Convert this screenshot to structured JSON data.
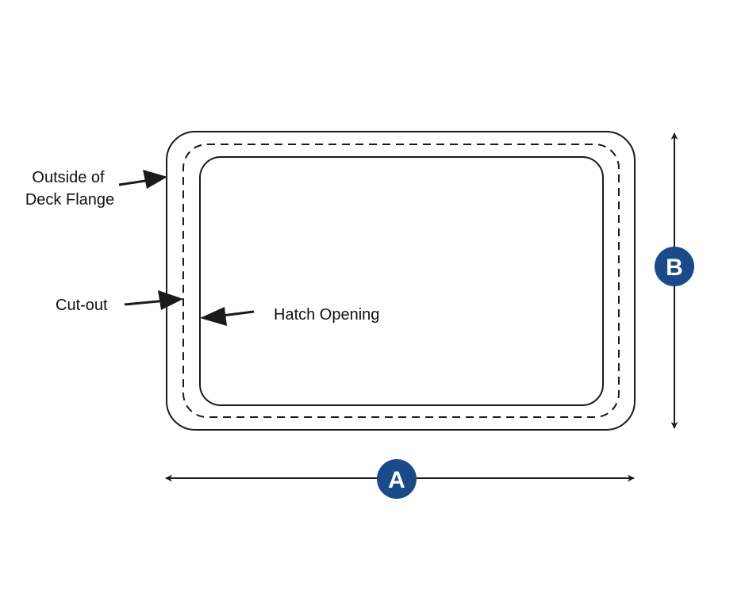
{
  "diagram": {
    "title": "Hatch cut-out dimensions",
    "colors": {
      "line": "#1a1a1a",
      "badge": "#1a4a8a",
      "badge_text": "#ffffff",
      "background": "#ffffff"
    },
    "labels": {
      "outside_flange_line1": "Outside of",
      "outside_flange_line2": "Deck Flange",
      "cutout": "Cut-out",
      "hatch_opening": "Hatch Opening"
    },
    "dimensions": {
      "width_badge": "A",
      "height_badge": "B"
    },
    "shapes": [
      {
        "name": "outside-deck-flange",
        "style": "solid"
      },
      {
        "name": "cut-out",
        "style": "dashed"
      },
      {
        "name": "hatch-opening",
        "style": "solid"
      }
    ]
  }
}
